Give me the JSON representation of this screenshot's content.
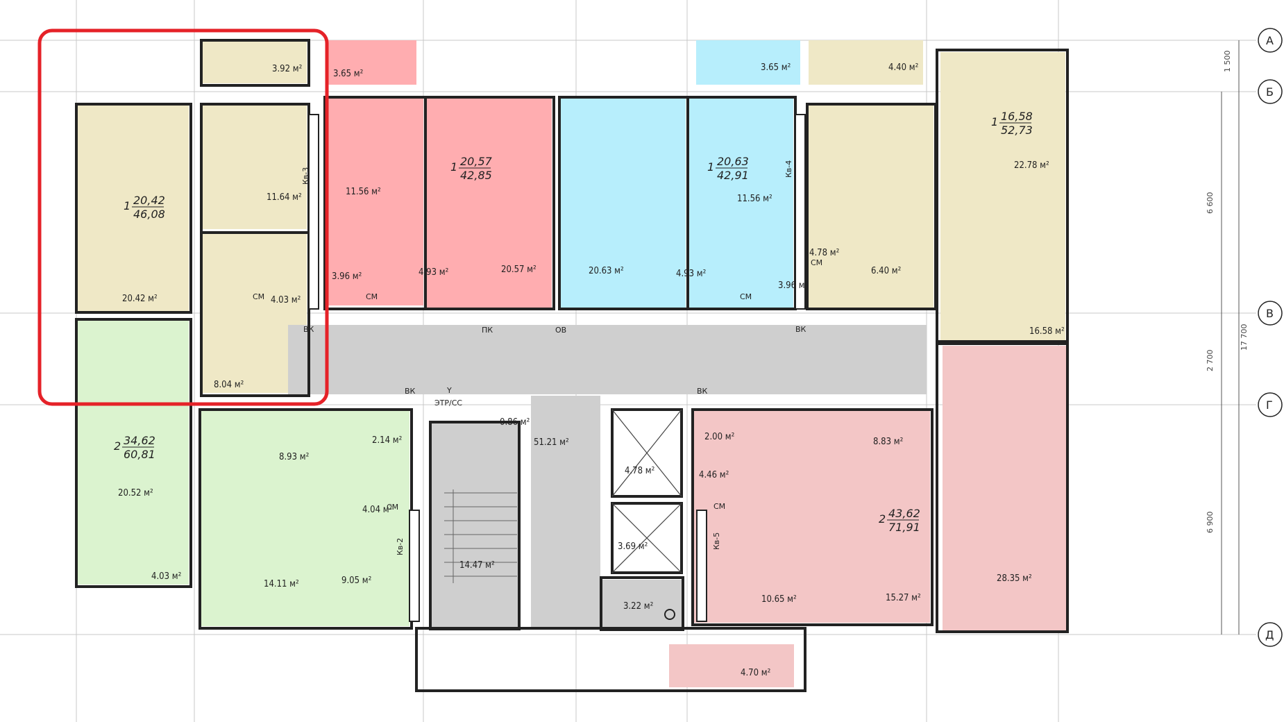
{
  "axes": [
    "А",
    "Б",
    "В",
    "Г",
    "Д"
  ],
  "dimensions": {
    "d1": "1 500",
    "d2": "6 600",
    "d3": "2 700",
    "d4": "17 700",
    "d5": "6 900"
  },
  "apartments": {
    "a1": {
      "rooms": "1",
      "living": "20,42",
      "total": "46,08"
    },
    "a2": {
      "rooms": "1",
      "living": "20,57",
      "total": "42,85"
    },
    "a3": {
      "rooms": "1",
      "living": "20,63",
      "total": "42,91"
    },
    "a4": {
      "rooms": "1",
      "living": "16,58",
      "total": "52,73"
    },
    "a5": {
      "rooms": "2",
      "living": "34,62",
      "total": "60,81"
    },
    "a6": {
      "rooms": "2",
      "living": "43,62",
      "total": "71,91"
    }
  },
  "areas": {
    "r1": "3.92 м²",
    "r2": "3.65 м²",
    "r3": "3.65 м²",
    "r4": "4.40 м²",
    "r5": "11.64 м²",
    "r6": "11.56 м²",
    "r7": "11.56 м²",
    "r8": "22.78 м²",
    "r9": "20.42 м²",
    "r10": "4.03 м²",
    "r11": "3.96 м²",
    "r12": "4.93 м²",
    "r13": "20.57 м²",
    "r14": "20.63 м²",
    "r15": "4.93 м²",
    "r16": "3.96 м²",
    "r17": "4.78 м²",
    "r18": "6.40 м²",
    "r19": "16.58 м²",
    "r20": "8.04 м²",
    "r21": "0.86 м²",
    "r22": "51.21 м²",
    "r23": "2.14 м²",
    "r24": "8.93 м²",
    "r25": "20.52 м²",
    "r26": "4.04 м²",
    "r27": "4.78 м²",
    "r28": "2.00 м²",
    "r29": "4.46 м²",
    "r30": "8.83 м²",
    "r31": "4.03 м²",
    "r32": "14.11 м²",
    "r33": "9.05 м²",
    "r34": "14.47 м²",
    "r35": "3.69 м²",
    "r36": "3.22 м²",
    "r37": "10.65 м²",
    "r38": "15.27 м²",
    "r39": "28.35 м²",
    "r40": "4.70 м²"
  },
  "tags": {
    "kv3": "Кв-3",
    "kv4": "Кв-4",
    "kv2": "Кв-2",
    "kv5": "Кв-5",
    "vk1": "ВК",
    "vk2": "ВК",
    "vk3": "ВК",
    "vk4": "ВК",
    "pk": "ПК",
    "ov": "ОВ",
    "etr": "ЭТР/СС",
    "y": "Y",
    "cm1": "СМ",
    "cm2": "СМ",
    "cm3": "СМ",
    "cm4": "СМ",
    "cm5": "СМ",
    "cm6": "СМ"
  },
  "colors": {
    "beige": "#efe8c6",
    "red": "#ffadb0",
    "blue": "#b7eefc",
    "green": "#dbf3cf",
    "pink": "#f3c6c6",
    "gray": "#cfcfcf",
    "highlight": "#e52228"
  }
}
